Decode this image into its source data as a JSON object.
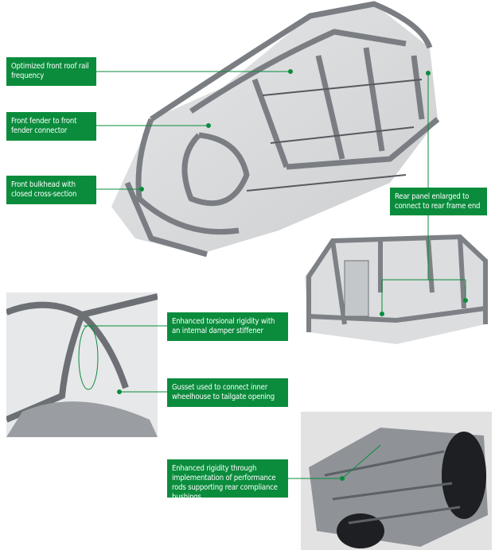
{
  "callouts": [
    {
      "text": "Optimized front roof rail frequency"
    },
    {
      "text": "Front fender to front fender connector"
    },
    {
      "text": "Front bulkhead with closed cross-section"
    },
    {
      "text": "Rear panel enlarged to connect to rear frame end"
    },
    {
      "text": "Enhanced torsional rigidity with an internal damper stiffener"
    },
    {
      "text": "Gusset used to connect inner wheelhouse to tailgate opening"
    },
    {
      "text": "Enhanced rigidity through implementation of performance rods supporting rear compliance bushings"
    }
  ],
  "colors": {
    "label_bg": "#0a8c3c",
    "leader": "#0a8c3c",
    "metal": "#8d9095"
  }
}
